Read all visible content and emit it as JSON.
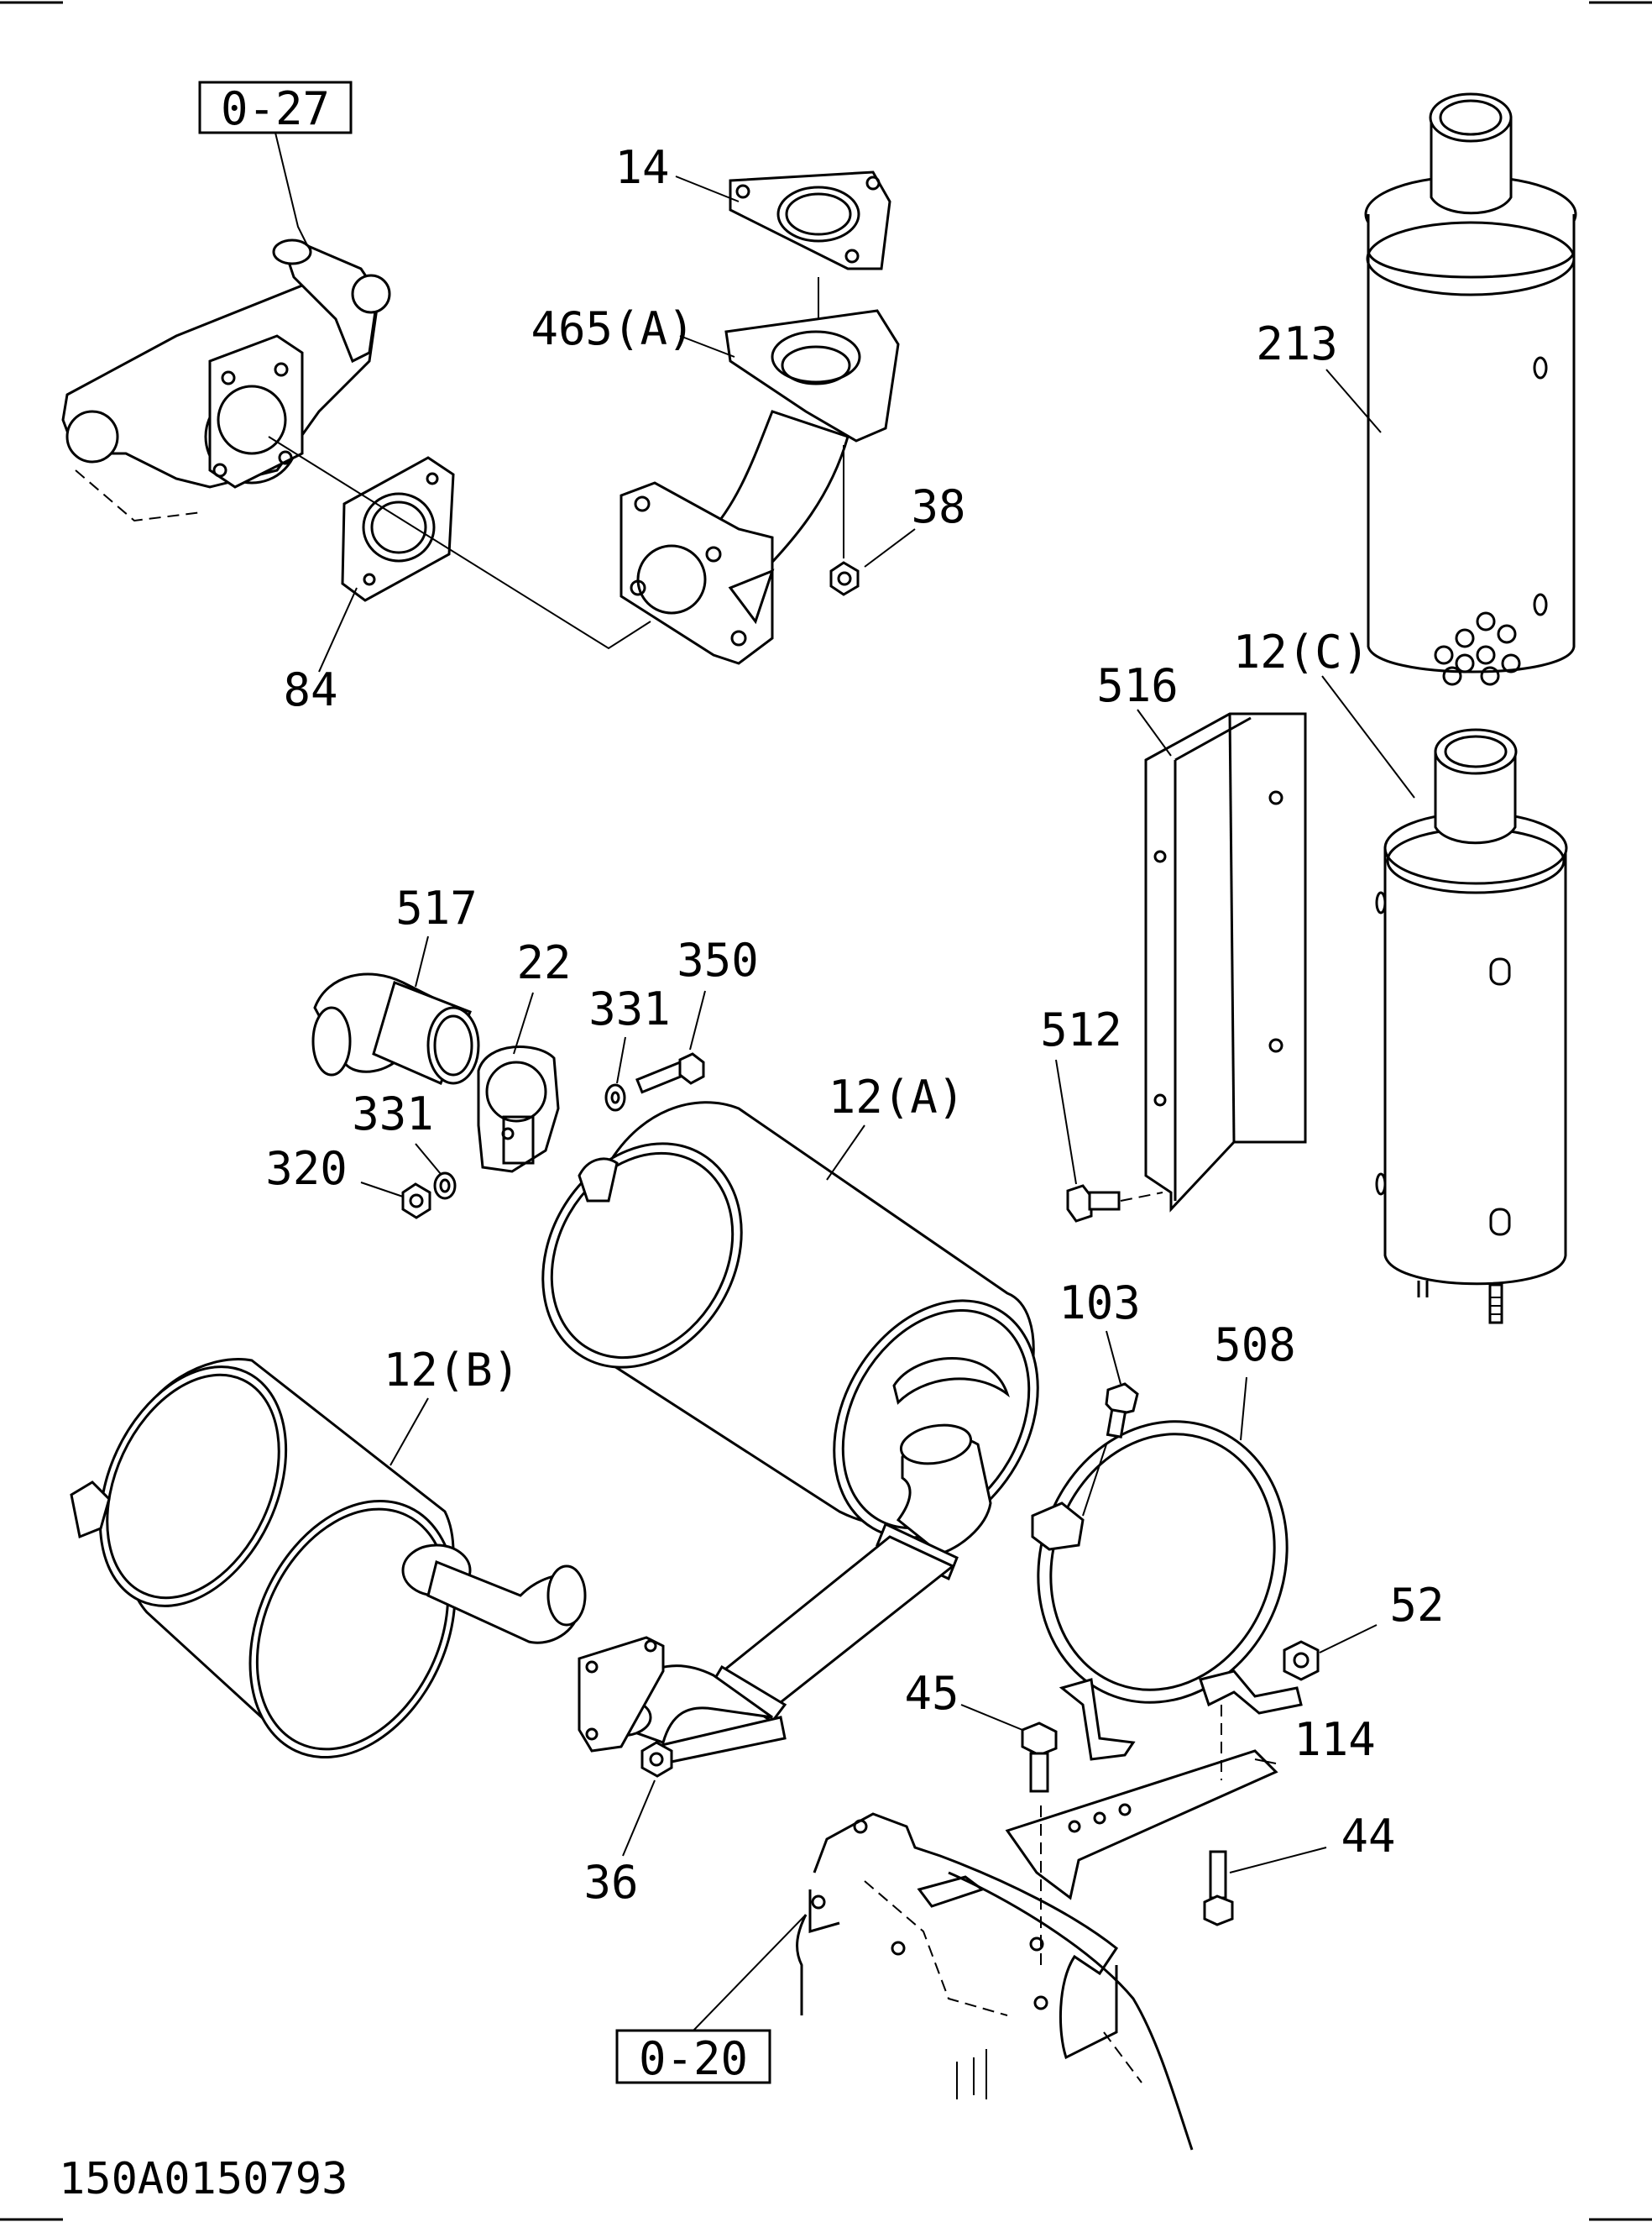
{
  "diagram": {
    "ref_boxes": {
      "top_left": "0-27",
      "bottom": "0-20"
    },
    "document_id": "150A0150793",
    "callouts": {
      "c14": "14",
      "c465a": "465(A)",
      "c38": "38",
      "c84": "84",
      "c213": "213",
      "c12c": "12(C)",
      "c516": "516",
      "c517": "517",
      "c22": "22",
      "c331a": "331",
      "c350": "350",
      "c331b": "331",
      "c320": "320",
      "c12a": "12(A)",
      "c512": "512",
      "c12b": "12(B)",
      "c103": "103",
      "c508": "508",
      "c52": "52",
      "c45": "45",
      "c114": "114",
      "c44": "44",
      "c36": "36"
    }
  }
}
